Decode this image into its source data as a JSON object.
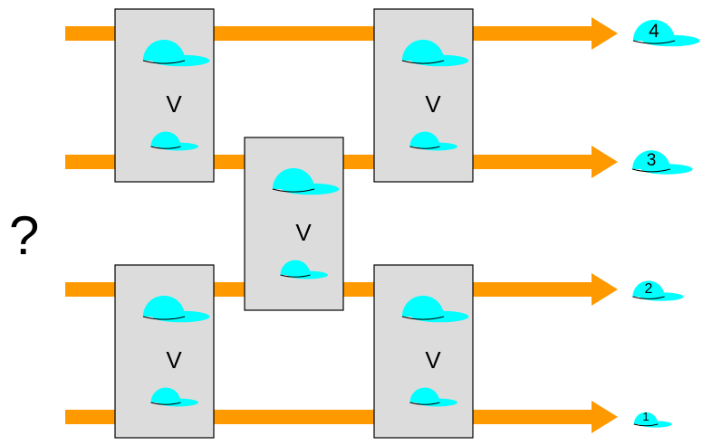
{
  "diagram": {
    "input_label": "?",
    "comparator_label": "V",
    "colors": {
      "wire": "#ff9900",
      "box_fill": "#dcdcdc",
      "box_stroke": "#000000",
      "hat": "#00ffff",
      "text": "#000000"
    },
    "lanes": [
      {
        "id": "lane-4",
        "output_label": "4"
      },
      {
        "id": "lane-3",
        "output_label": "3"
      },
      {
        "id": "lane-2",
        "output_label": "2"
      },
      {
        "id": "lane-1",
        "output_label": "1"
      }
    ],
    "comparators": [
      {
        "id": "comparator-1",
        "lanes": [
          0,
          1
        ],
        "stage": 1
      },
      {
        "id": "comparator-2",
        "lanes": [
          2,
          3
        ],
        "stage": 1
      },
      {
        "id": "comparator-3",
        "lanes": [
          1,
          2
        ],
        "stage": 2
      },
      {
        "id": "comparator-4",
        "lanes": [
          0,
          1
        ],
        "stage": 3
      },
      {
        "id": "comparator-5",
        "lanes": [
          2,
          3
        ],
        "stage": 3
      }
    ]
  }
}
